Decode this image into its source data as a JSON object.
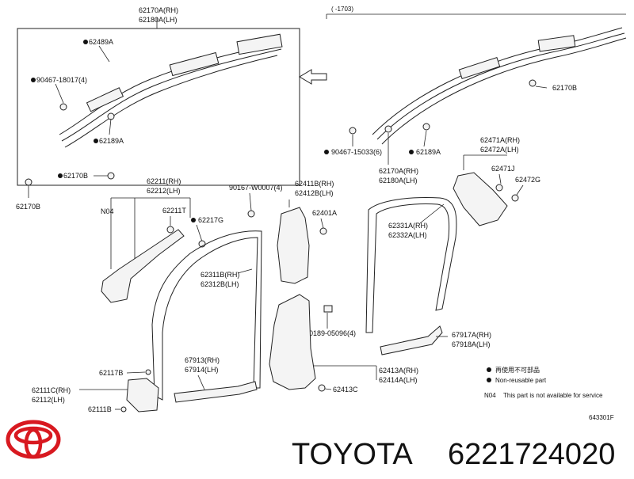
{
  "date_range": "(     -1703)",
  "callouts": {
    "c62170A": "62170A(RH)",
    "c62180A": "62180A(LH)",
    "c62489A": "62489A",
    "c90467_18017": "90467-18017(4)",
    "c62189A_left": "62189A",
    "c62170B_box": "62170B",
    "c62170B_out": "62170B",
    "c62170B_right": "62170B",
    "c90467_15033": "90467-15033(6)",
    "c62189A_right": "62189A",
    "c62170A_r": "62170A(RH)",
    "c62180A_r": "62180A(LH)",
    "c62471A": "62471A(RH)",
    "c62472A": "62472A(LH)",
    "c62471J": "62471J",
    "c62472G": "62472G",
    "c62211": "62211(RH)",
    "c62212": "62212(LH)",
    "cN04": "N04",
    "c62211T": "62211T",
    "c62217G": "62217G",
    "c90167": "90167-W0007(4)",
    "c62411B": "62411B(RH)",
    "c62412B": "62412B(LH)",
    "c62401A": "62401A",
    "c62331A": "62331A(RH)",
    "c62332A": "62332A(LH)",
    "c62311B": "62311B(RH)",
    "c62312B": "62312B(LH)",
    "c90189": "90189-05096(4)",
    "c67917A": "67917A(RH)",
    "c67918A": "67918A(LH)",
    "c67913": "67913(RH)",
    "c67914": "67914(LH)",
    "c62413A": "62413A(RH)",
    "c62414A": "62414A(LH)",
    "c62117B": "62117B",
    "c62413C": "62413C",
    "c62111C": "62111C(RH)",
    "c62112": "62112(LH)",
    "c62111B": "62111B"
  },
  "legend": {
    "reuse": "再使用不可部品",
    "nonreusable": "Non-reusable part",
    "n04_code": "N04",
    "n04_text": "This part is not available for service"
  },
  "figure_code": "643301F",
  "brand_name": "TOYOTA",
  "part_number": "6221724020"
}
